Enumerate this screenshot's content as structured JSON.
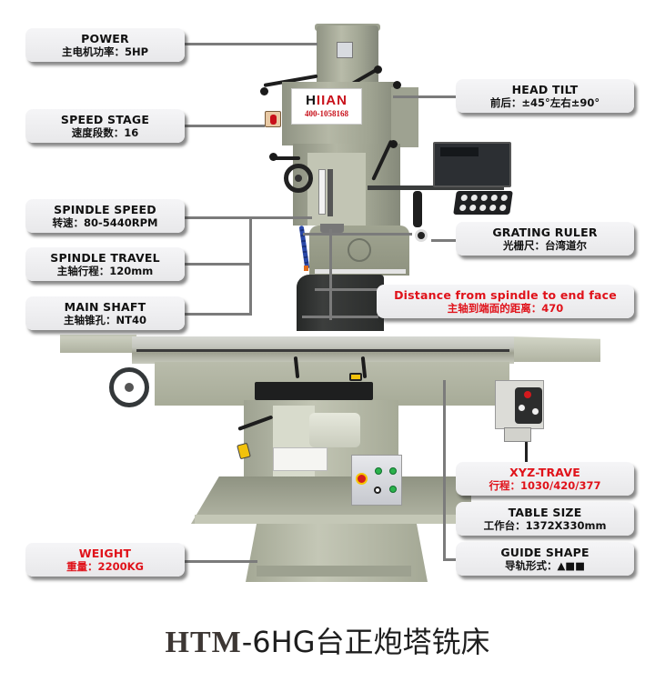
{
  "product_image": {
    "subject": "turret milling machine",
    "brand_plate": {
      "brand_prefix": "H",
      "brand_rest": "IIAN",
      "phone": "400-1058168"
    }
  },
  "callouts": {
    "left": [
      {
        "id": "power",
        "title": "POWER",
        "value": "主电机功率：5HP",
        "highlight": false
      },
      {
        "id": "speed-stage",
        "title": "SPEED STAGE",
        "value": "速度段数：16",
        "highlight": false
      },
      {
        "id": "spindle-speed",
        "title": "SPINDLE SPEED",
        "value": "转速：80-5440RPM",
        "highlight": false
      },
      {
        "id": "spindle-travel",
        "title": "SPINDLE TRAVEL",
        "value": "主轴行程：120mm",
        "highlight": false
      },
      {
        "id": "main-shaft",
        "title": "MAIN SHAFT",
        "value": "主轴锥孔：NT40",
        "highlight": false
      },
      {
        "id": "weight",
        "title": "WEIGHT",
        "value": "重量：2200KG",
        "highlight": true
      }
    ],
    "right": [
      {
        "id": "head-tilt",
        "title": "HEAD TILT",
        "value": "前后：±45°左右±90°",
        "highlight": false
      },
      {
        "id": "grating-ruler",
        "title": "GRATING RULER",
        "value": "光栅尺：台湾道尔",
        "highlight": false
      },
      {
        "id": "spindle-distance",
        "title": "Distance from spindle to end face",
        "value": "主轴到端面的距离：470",
        "highlight": true
      },
      {
        "id": "xyz-travel",
        "title": "XYZ-TRAVE",
        "value": "行程：1030/420/377",
        "highlight": true
      },
      {
        "id": "table-size",
        "title": "TABLE SIZE",
        "value": "工作台：1372X330mm",
        "highlight": false
      },
      {
        "id": "guide-shape",
        "title": "GUIDE SHAPE",
        "value": "导轨形式：▲■■",
        "highlight": false
      }
    ]
  },
  "title": {
    "model": "HTM",
    "rest": "-6HG台正炮塔铣床"
  },
  "colors": {
    "highlight_text": "#e0121a",
    "label_text": "#111111",
    "label_bg": "#efeff1",
    "connector": "#7b7b7b",
    "machine_body": "#a9ad99"
  }
}
